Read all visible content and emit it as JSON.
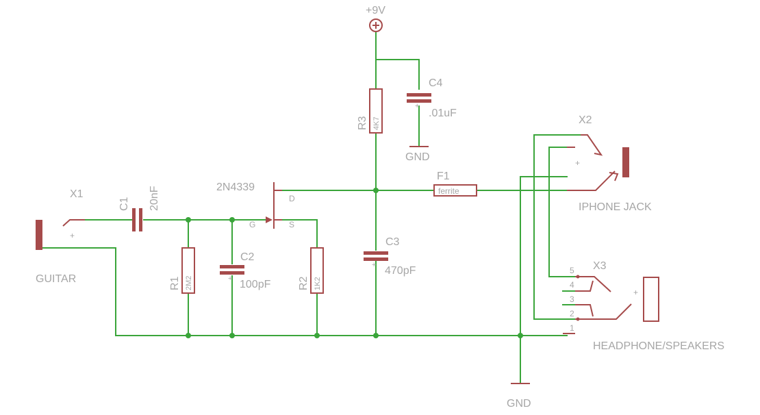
{
  "supply": {
    "label": "+9V"
  },
  "ground": {
    "top_label": "GND",
    "bottom_label": "GND"
  },
  "components": {
    "x1": {
      "name": "X1",
      "caption": "GUITAR"
    },
    "c1": {
      "name": "C1",
      "value": "20nF"
    },
    "r1": {
      "name": "R1",
      "value": "2M2"
    },
    "c2": {
      "name": "C2",
      "value": "100pF"
    },
    "q1": {
      "part": "2N4339",
      "pin_d": "D",
      "pin_g": "G",
      "pin_s": "S"
    },
    "r2": {
      "name": "R2",
      "value": "1K2"
    },
    "r3": {
      "name": "R3",
      "value": "4K7"
    },
    "c3": {
      "name": "C3",
      "value": "470pF"
    },
    "c4": {
      "name": "C4",
      "value": ".01uF"
    },
    "f1": {
      "name": "F1",
      "value": "ferrite"
    },
    "x2": {
      "name": "X2",
      "caption": "IPHONE JACK"
    },
    "x3": {
      "name": "X3",
      "caption": "HEADPHONE/SPEAKERS",
      "pins": [
        "5",
        "4",
        "3",
        "2",
        "1"
      ]
    }
  },
  "polarity_mark": "+",
  "colors": {
    "wire": "#3aa53a",
    "symbol": "#a64b4b",
    "text": "#a6a6a6"
  }
}
